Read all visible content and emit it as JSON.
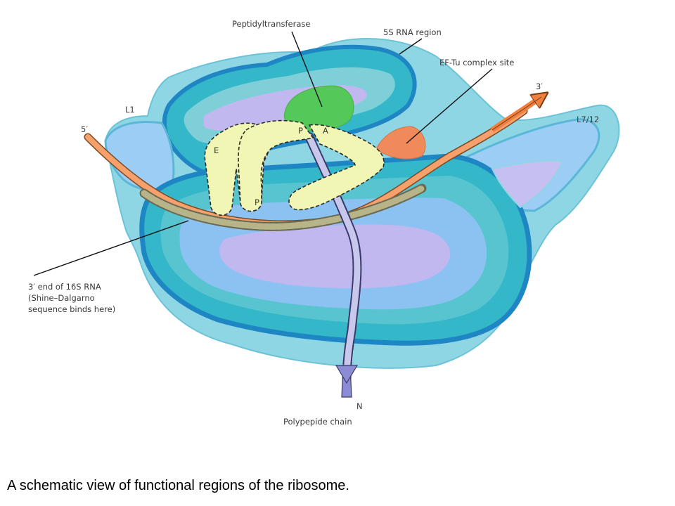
{
  "labels": {
    "peptidyltransferase": "Peptidyltransferase",
    "rna5s": "5S RNA region",
    "eftu": "EF-Tu complex site",
    "three_prime_top": "3′",
    "l1": "L1",
    "five_prime": "5′",
    "l712": "L7/12",
    "site_p_top": "P",
    "site_a": "A",
    "site_e": "E",
    "site_p_bottom": "P",
    "rna16s_line1": "3′ end of 16S RNA",
    "rna16s_line2": "(Shine–Dalgarno",
    "rna16s_line3": "sequence binds here)",
    "n_terminus": "N",
    "polypeptide": "Polypepide chain"
  },
  "caption": "A schematic view of functional regions of the ribosome.",
  "colors": {
    "outer_body": "#8fd6e4",
    "mid_body": "#34b7c9",
    "dark_band": "#1f86c4",
    "inner_body": "#8cc2f2",
    "lavender": "#c2b8f0",
    "peptidyltransferase": "#55c85a",
    "eftu_site": "#f08a5a",
    "mrna": "#f6a16c",
    "trna": "#f2f6b4",
    "polypeptide": "#8c8cd4"
  }
}
